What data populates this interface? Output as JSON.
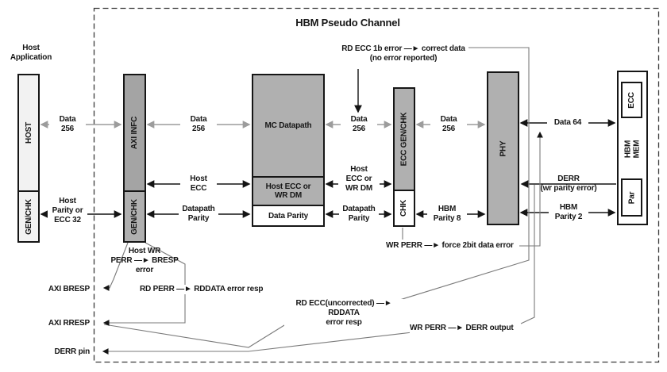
{
  "title": "HBM Pseudo Channel",
  "host_application": [
    "Host",
    "Application"
  ],
  "blocks": {
    "host": "HOST",
    "host_genchk": "GEN/CHK",
    "axi_infc": "AXI INFC",
    "axi_genchk": "GEN/CHK",
    "mc_datapath": "MC Datapath",
    "mc_host_ecc": [
      "Host ECC or",
      "WR DM"
    ],
    "mc_data_parity": "Data Parity",
    "ecc_genchk": "ECC GEN/CHK",
    "ecc_chk": "CHK",
    "phy": "PHY",
    "hbm_mem": [
      "HBM",
      "MEM"
    ],
    "hbm_ecc": "ECC",
    "hbm_par": "Par"
  },
  "bus_labels": {
    "host_axi_data": [
      "Data",
      "256"
    ],
    "axi_mc_data": [
      "Data",
      "256"
    ],
    "mc_ecc_data": [
      "Data",
      "256"
    ],
    "ecc_phy_data": [
      "Data",
      "256"
    ],
    "phy_hbm_data": [
      "Data 64"
    ],
    "host_ecc": [
      "Host",
      "ECC"
    ],
    "host_ecc_wr_dm": [
      "Host",
      "ECC or",
      "WR DM"
    ],
    "host_parity": [
      "Host",
      "Parity or",
      "ECC 32"
    ],
    "datapath_parity_left": [
      "Datapath",
      "Parity"
    ],
    "datapath_parity_right": [
      "Datapath",
      "Parity"
    ],
    "hbm_parity8": [
      "HBM",
      "Parity 8"
    ],
    "derr": [
      "DERR",
      "(wr parity error)"
    ],
    "hbm_parity2": [
      "HBM",
      "Parity 2"
    ]
  },
  "annotations": {
    "rd_ecc_1b": [
      "RD ECC 1b error —► correct data",
      "(no error reported)"
    ],
    "host_wr_perr": [
      "Host WR",
      "PERR —► BRESP error"
    ],
    "rd_perr": "RD PERR —► RDDATA error resp",
    "rd_ecc_uncorrected": [
      "RD ECC(uncorrected) —► RDDATA",
      "error resp"
    ],
    "wr_perr_derr": "WR PERR —► DERR output",
    "wr_perr_force": "WR PERR —► force 2bit data error"
  },
  "pins": {
    "axi_bresp": "AXI BRESP",
    "axi_rresp": "AXI RRESP",
    "derr_pin": "DERR pin"
  },
  "colors": {
    "block_gray": "#b0b0b0",
    "block_gray_dark": "#a4a4a4",
    "block_light": "#f2f2f2",
    "bus_black": "#141414",
    "bus_gray": "#9c9c9c",
    "connector": "#7a7a7a"
  }
}
